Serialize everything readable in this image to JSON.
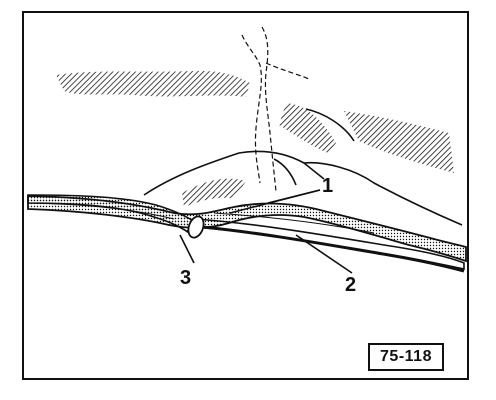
{
  "callouts": [
    {
      "number": "1"
    },
    {
      "number": "2"
    },
    {
      "number": "3"
    }
  ],
  "figure_reference": "75-118",
  "colors": {
    "ink": "#111111",
    "paper": "#ffffff"
  }
}
